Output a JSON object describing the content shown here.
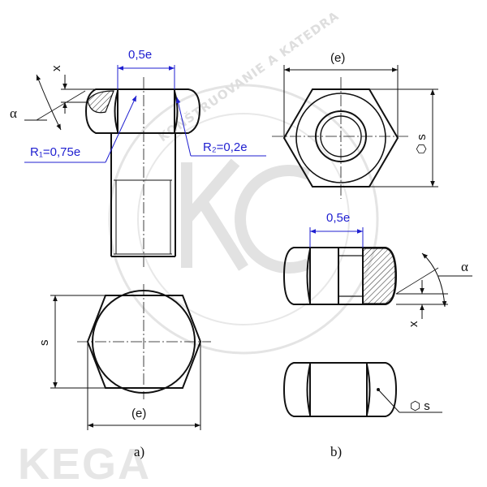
{
  "colors": {
    "line": "#111111",
    "dimension_blue": "#1f1fd0",
    "watermark": "#e2e2e2",
    "kega_logo": "#e6e6e6",
    "hatch": "#222222"
  },
  "labels": {
    "bolt_head_width": "0,5e",
    "angle_alpha": "α",
    "chamfer_x": "x",
    "radius_r1": "R₁=0,75e",
    "radius_r2": "R₂=0,2e",
    "bolt_across_corners": "(e)",
    "bolt_across_flats": "s",
    "nut_across_corners": "(e)",
    "nut_across_flats_symbol": "⬡ s",
    "nut_width": "0,5e",
    "nut_angle_alpha": "α",
    "nut_chamfer_x": "x",
    "nut_side_across_flats": "⬡ s",
    "caption_a": "a)",
    "caption_b": "b)"
  },
  "watermark": {
    "logo_text": "KEGA",
    "ring_text": "KONŠTRUOVANIE A KATEDRA"
  }
}
